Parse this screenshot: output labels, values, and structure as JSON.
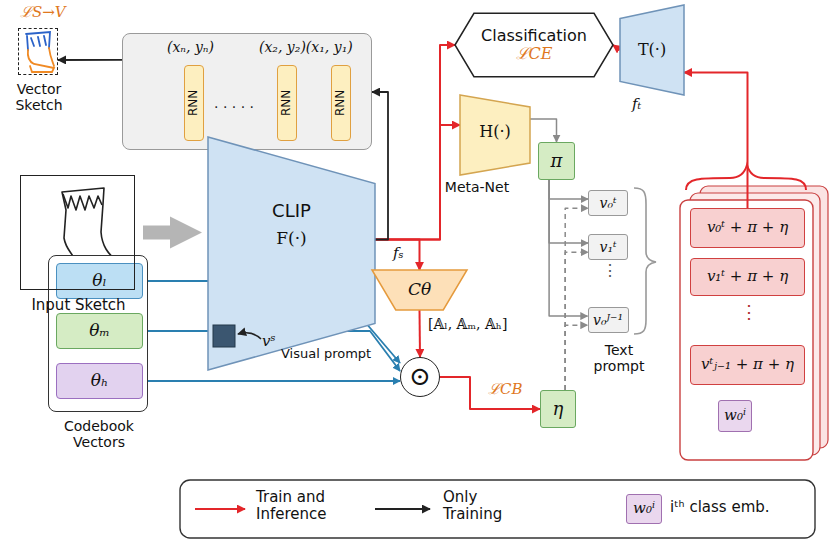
{
  "diagram": {
    "nodes": [
      {
        "text": [
          "(xₙ, yₙ)",
          "(x₂, y₂)(x₁, y₁)"
        ]
      },
      {
        "text": [
          "RNN"
        ],
        "in": 0
      },
      {
        "text": [
          "RNN"
        ],
        "in": 0
      },
      {
        "text": [
          "RNN"
        ],
        "in": 0
      },
      {
        "text": [
          "Classification",
          "ℒCE"
        ]
      },
      {
        "text": [
          "T(·)"
        ]
      },
      {
        "text": [
          "CLIP",
          "F(·)"
        ]
      },
      {
        "text": [
          "H(·)",
          "Meta-Net"
        ]
      },
      {
        "text": [
          "π"
        ]
      },
      {
        "text": [
          "v₀ᵗ"
        ]
      },
      {
        "text": [
          "v₁ᵗ"
        ]
      },
      {
        "text": [
          "v₀ᴶ⁻¹"
        ]
      },
      {
        "text": [
          "Cθ"
        ]
      },
      {
        "text": [
          "Codebook Vectors"
        ]
      },
      {
        "text": [
          "θₗ"
        ],
        "in": 13
      },
      {
        "text": [
          "θₘ"
        ],
        "in": 13
      },
      {
        "text": [
          "θₕ"
        ],
        "in": 13
      },
      {
        "text": [
          "⊙"
        ]
      },
      {
        "text": [
          "η"
        ]
      },
      {
        "text": [
          "v₀ᵗ + π + η"
        ]
      },
      {
        "text": [
          "v₁ᵗ + π + η"
        ]
      },
      {
        "text": [
          "vᵗⱼ₋₁ + π + η"
        ]
      },
      {
        "text": [
          "w₀ⁱ"
        ]
      },
      {
        "text": [
          "Input Sketch"
        ]
      },
      {
        "text": [
          "ℒS→V",
          "Vector Sketch"
        ]
      }
    ],
    "edges": [
      {
        "from": 6,
        "to": 4,
        "arrow": "to"
      },
      {
        "from": 5,
        "to": 4,
        "arrow": "to"
      },
      {
        "from": 6,
        "to": 7,
        "arrow": "to"
      },
      {
        "from": 6,
        "to": 12,
        "arrow": "to"
      },
      {
        "from": 6,
        "to": 0,
        "arrow": "to"
      },
      {
        "from": 0,
        "to": 24,
        "arrow": "to"
      },
      {
        "from": 23,
        "to": 6,
        "arrow": "to"
      },
      {
        "from": 7,
        "to": 8,
        "arrow": "to"
      },
      {
        "from": 8,
        "to": 9,
        "arrow": "to"
      },
      {
        "from": 8,
        "to": 10,
        "arrow": "to"
      },
      {
        "from": 8,
        "to": 11,
        "arrow": "to"
      },
      {
        "from": 18,
        "to": 9,
        "arrow": "to"
      },
      {
        "from": 18,
        "to": 10,
        "arrow": "to"
      },
      {
        "from": 18,
        "to": 11,
        "arrow": "to"
      },
      {
        "from": 12,
        "to": 17,
        "arrow": "to"
      },
      {
        "from": 14,
        "to": 17,
        "arrow": "to"
      },
      {
        "from": 15,
        "to": 17,
        "arrow": "to"
      },
      {
        "from": 16,
        "to": 17,
        "arrow": "to"
      },
      {
        "from": 17,
        "to": 18,
        "arrow": "to"
      },
      {
        "from": 19,
        "to": 5,
        "arrow": "to"
      }
    ],
    "labels": [
      "· · · · ·",
      "fₜ",
      "fₛ",
      "vˢ",
      "Visual prompt",
      "[𝔸ₗ, 𝔸ₘ, 𝔸ₕ]",
      "ℒCB",
      "⋮",
      "Text prompt",
      "⋮",
      "w₀ⁱ"
    ],
    "legend": [
      {
        "text": "Train and Inference"
      },
      {
        "text": "Only Training"
      },
      {
        "text": "iᵗʰ class emb.",
        "color": "#ead7ee"
      }
    ]
  }
}
